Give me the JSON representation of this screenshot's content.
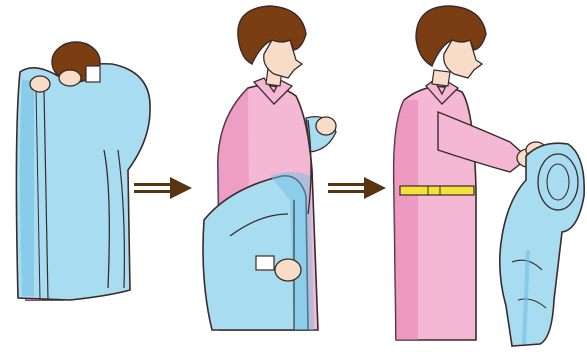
{
  "illustration": {
    "steps": [
      {
        "id": "step-1",
        "action": "pulling-off-gown-over-head"
      },
      {
        "id": "step-2",
        "action": "turning-gown-inside-out"
      },
      {
        "id": "step-3",
        "action": "rolling-gown-away-from-body"
      }
    ],
    "icons": [
      "arrow-right-icon",
      "arrow-right-icon"
    ],
    "colors": {
      "gown": "#a8dcf0",
      "gown_dark": "#6fbfe4",
      "dress": "#f5b8d4",
      "dress_dark": "#e77fb3",
      "skin": "#f7dcc8",
      "hair": "#7a3e12",
      "belt": "#f2e23a",
      "arrow": "#5a3410",
      "outline": "#3a2a2a"
    }
  }
}
